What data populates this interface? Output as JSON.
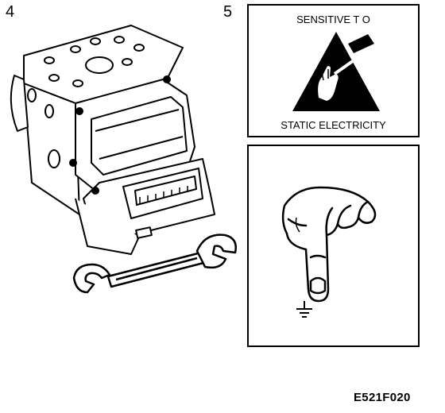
{
  "figure": {
    "label_4": "4",
    "label_5": "5",
    "reference_code": "E521F020"
  },
  "esd_warning": {
    "line1": "SENSITIVE T  O",
    "line2": "STATIC ELECTRICITY"
  },
  "icons": {
    "abs_module": "abs-hydraulic-module-illustration",
    "wrench": "open-end-wrench-icon",
    "esd": "esd-warning-triangle-icon",
    "hand": "pointing-finger-icon",
    "ground": "ground-symbol-icon"
  }
}
